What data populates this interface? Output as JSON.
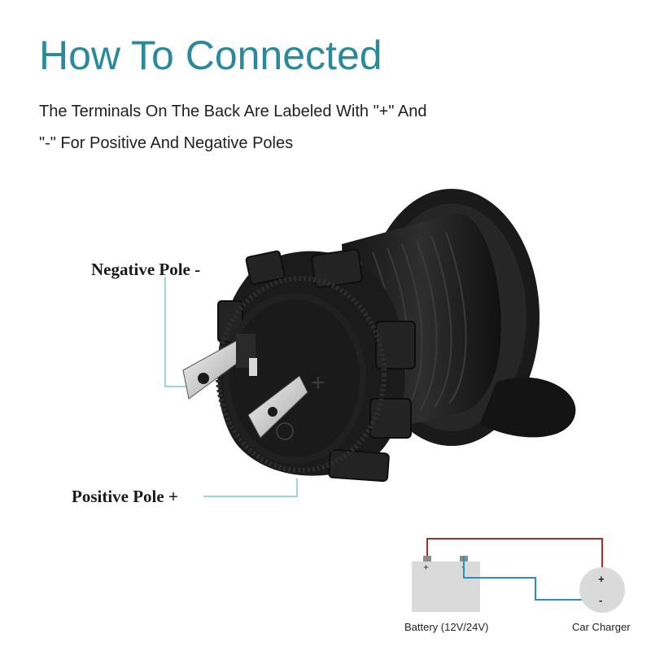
{
  "header": {
    "title": "How To Connected",
    "line1": "The Terminals On The Back Are Labeled With \"+\" And",
    "line2": "\"-\" For Positive And Negative Poles"
  },
  "callouts": {
    "negative": "Negative Pole -",
    "positive": "Positive Pole +"
  },
  "product": {
    "plus_mark": "+"
  },
  "diagram": {
    "battery_label": "Battery (12V/24V)",
    "charger_label": "Car Charger",
    "battery_plus": "+",
    "battery_minus": "-",
    "charger_plus": "+",
    "charger_minus": "-"
  },
  "colors": {
    "title": "#2a8a9b",
    "leader_line": "#7fc6cf",
    "positive_wire": "#b02a2a",
    "negative_wire": "#2b8ec4",
    "battery_body": "#dadada",
    "socket_body": "#1c1c1c"
  }
}
